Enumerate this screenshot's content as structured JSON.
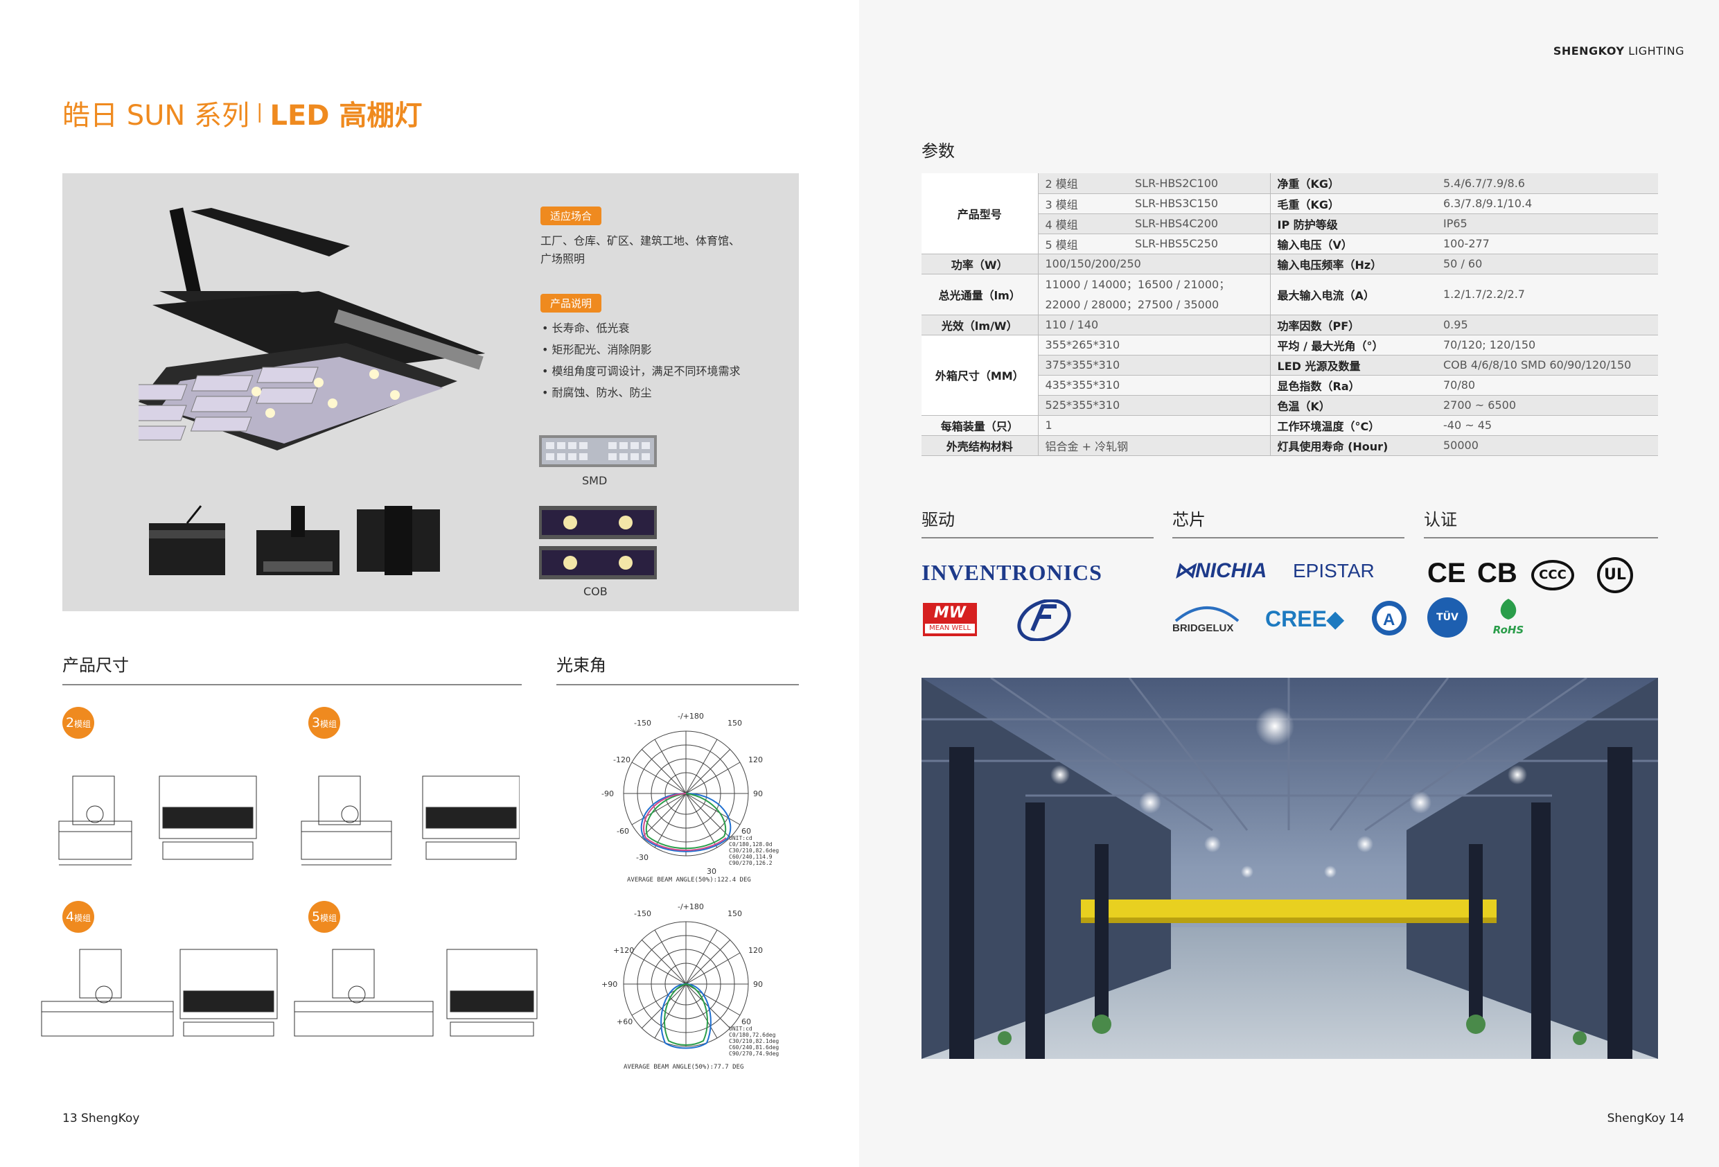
{
  "brand_top": {
    "bold": "SHENGKOY",
    "rest": " LIGHTING"
  },
  "title": {
    "part1": "皓日 SUN 系列",
    "sep": "|",
    "part2": "LED 高棚灯"
  },
  "hero": {
    "tag1": "适应场合",
    "tag1_text_line1": "工厂、仓库、矿区、建筑工地、体育馆、",
    "tag1_text_line2": "广场照明",
    "tag2": "产品说明",
    "bullets": [
      "长寿命、低光衰",
      "矩形配光、消除阴影",
      "模组角度可调设计，满足不同环境需求",
      "耐腐蚀、防水、防尘"
    ],
    "smd_label": "SMD",
    "cob_label": "COB"
  },
  "sections": {
    "size": "产品尺寸",
    "beam": "光束角",
    "params": "参数",
    "driver": "驱动",
    "chip": "芯片",
    "cert": "认证"
  },
  "modules": [
    {
      "num": "2",
      "unit": "模组"
    },
    {
      "num": "3",
      "unit": "模组"
    },
    {
      "num": "4",
      "unit": "模组"
    },
    {
      "num": "5",
      "unit": "模组"
    }
  ],
  "beam_labels": {
    "top": "-/+180",
    "l150": "-150",
    "r150": "150",
    "l120": "-120",
    "r120": "120",
    "l90": "-90",
    "r90": "90",
    "l60": "-60",
    "r60": "60",
    "l30": "-30",
    "r30": "30",
    "unit": "UNIT:cd",
    "legend1": [
      "C0/180,128.0d",
      "C30/210,82.6deg",
      "C60/240,114.9",
      "C90/270,126.2"
    ],
    "caption1": "AVERAGE BEAM ANGLE(50%):122.4 DEG",
    "legend2": [
      "C0/180,72.6deg",
      "C30/210,82.1deg",
      "C60/240,81.6deg",
      "C90/270,74.9deg"
    ],
    "caption2": "AVERAGE BEAM ANGLE(50%):77.7 DEG",
    "l90b": "+90",
    "l120b": "+120",
    "l60b": "+60"
  },
  "spec_table": {
    "model_label": "产品型号",
    "models": [
      {
        "mod": "2 模组",
        "code": "SLR-HBS2C100",
        "k": "净重（KG）",
        "v": "5.4/6.7/7.9/8.6"
      },
      {
        "mod": "3 模组",
        "code": "SLR-HBS3C150",
        "k": "毛重（KG）",
        "v": "6.3/7.8/9.1/10.4"
      },
      {
        "mod": "4 模组",
        "code": "SLR-HBS4C200",
        "k": "IP 防护等级",
        "v": "IP65"
      },
      {
        "mod": "5 模组",
        "code": "SLR-HBS5C250",
        "k": "输入电压（V）",
        "v": "100-277"
      }
    ],
    "power": {
      "label": "功率（W）",
      "val": "100/150/200/250",
      "k": "输入电压频率（Hz）",
      "v": "50 / 60"
    },
    "flux": {
      "label": "总光通量（lm）",
      "val1": "11000 / 14000；16500 / 21000；",
      "val2": "22000 / 28000；27500 / 35000",
      "k": "最大输入电流（A）",
      "v": "1.2/1.7/2.2/2.7"
    },
    "efficacy": {
      "label": "光效（lm/W）",
      "val": "110 / 140",
      "k": "功率因数（PF）",
      "v": "0.95"
    },
    "box_label": "外箱尺寸（MM）",
    "box": [
      {
        "val": "355*265*310",
        "k": "平均 / 最大光角（°）",
        "v": "70/120; 120/150"
      },
      {
        "val": "375*355*310",
        "k": "LED 光源及数量",
        "v": "COB 4/6/8/10    SMD 60/90/120/150"
      },
      {
        "val": "435*355*310",
        "k": "显色指数（Ra）",
        "v": "70/80"
      },
      {
        "val": "525*355*310",
        "k": "色温（K）",
        "v": "2700 ~ 6500"
      }
    ],
    "pack": {
      "label": "每箱装量（只）",
      "val": "1",
      "k": "工作环境温度（°C）",
      "v": "-40 ~ 45"
    },
    "material": {
      "label": "外壳结构材料",
      "val": "铝合金 + 冷轧钢",
      "k": "灯具使用寿命 (Hour)",
      "v": "50000"
    }
  },
  "logos": {
    "inventronics": "INVENTRONICS",
    "meanwell_top": "MW",
    "meanwell_bottom": "MEAN WELL",
    "nichia": "NICHIA",
    "epistar": "EPISTAR",
    "bridgelux": "BRIDGELUX",
    "cree": "CREE",
    "ce": "CE",
    "cb": "CB",
    "ccc": "CCC",
    "ul": "UL",
    "tuv": "TÜV",
    "rohs": "RoHS"
  },
  "footer": {
    "left": "13  ShengKoy",
    "right": "ShengKoy  14"
  },
  "colors": {
    "accent": "#ef8a1f",
    "hero_bg": "#dcdcdc",
    "right_bg": "#f6f6f6"
  }
}
